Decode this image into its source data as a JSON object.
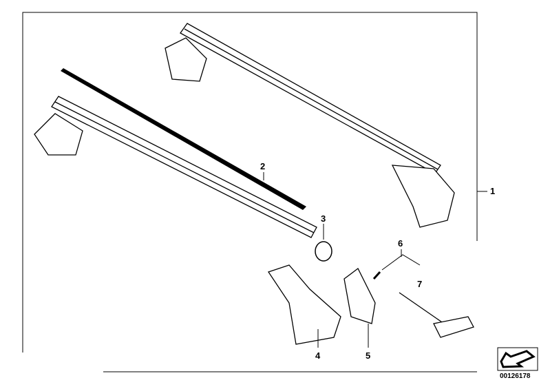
{
  "diagram": {
    "callouts": [
      "1",
      "2",
      "3",
      "4",
      "5",
      "6",
      "7"
    ],
    "part_code": "00126178",
    "icon": "next-arrow-icon"
  }
}
